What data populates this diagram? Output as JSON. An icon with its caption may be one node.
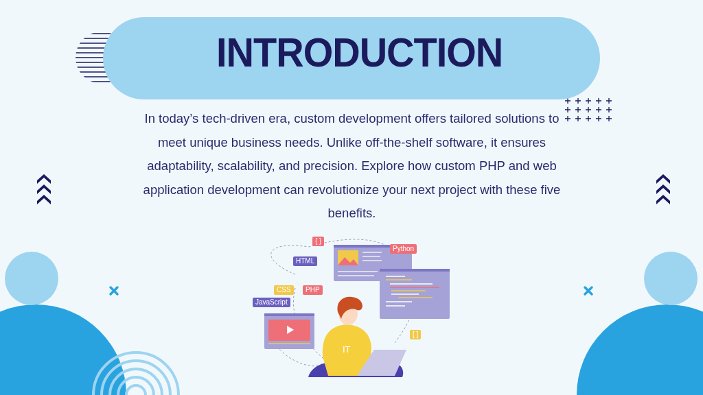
{
  "diagram": {
    "title": "INTRODUCTION",
    "labels": [
      "In today’s tech-driven era, custom development offers tailored solutions to meet unique business needs. Unlike off-the-shelf software, it ensures adaptability, scalability, and precision. Explore how custom PHP and web application development can revolutionize your next project with these five benefits.",
      "{ }",
      "Python",
      "HTML",
      "CSS",
      "PHP",
      "JavaScript",
      "[ ]",
      "IT"
    ]
  }
}
